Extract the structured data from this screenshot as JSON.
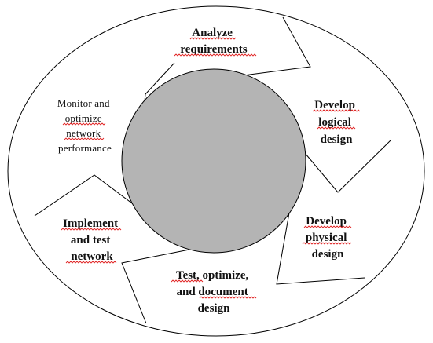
{
  "diagram": {
    "colors": {
      "background": "#ffffff",
      "outline": "#000000",
      "center_fill": "#b4b4b4",
      "spell_underline": "#e02020"
    },
    "phases": [
      {
        "id": "analyze",
        "lines": [
          "Analyze",
          "requirements"
        ],
        "bold": true
      },
      {
        "id": "logical",
        "lines": [
          "Develop",
          "logical",
          "design"
        ],
        "bold": true
      },
      {
        "id": "physical",
        "lines": [
          "Develop",
          "physical",
          "design"
        ],
        "bold": true
      },
      {
        "id": "test",
        "lines": [
          "Test, optimize,",
          "and document",
          "design"
        ],
        "bold": true
      },
      {
        "id": "implement",
        "lines": [
          "Implement",
          "and test",
          "network"
        ],
        "bold": true
      },
      {
        "id": "monitor",
        "lines": [
          "Monitor and",
          "optimize",
          "network",
          "performance"
        ],
        "bold": false
      }
    ]
  }
}
